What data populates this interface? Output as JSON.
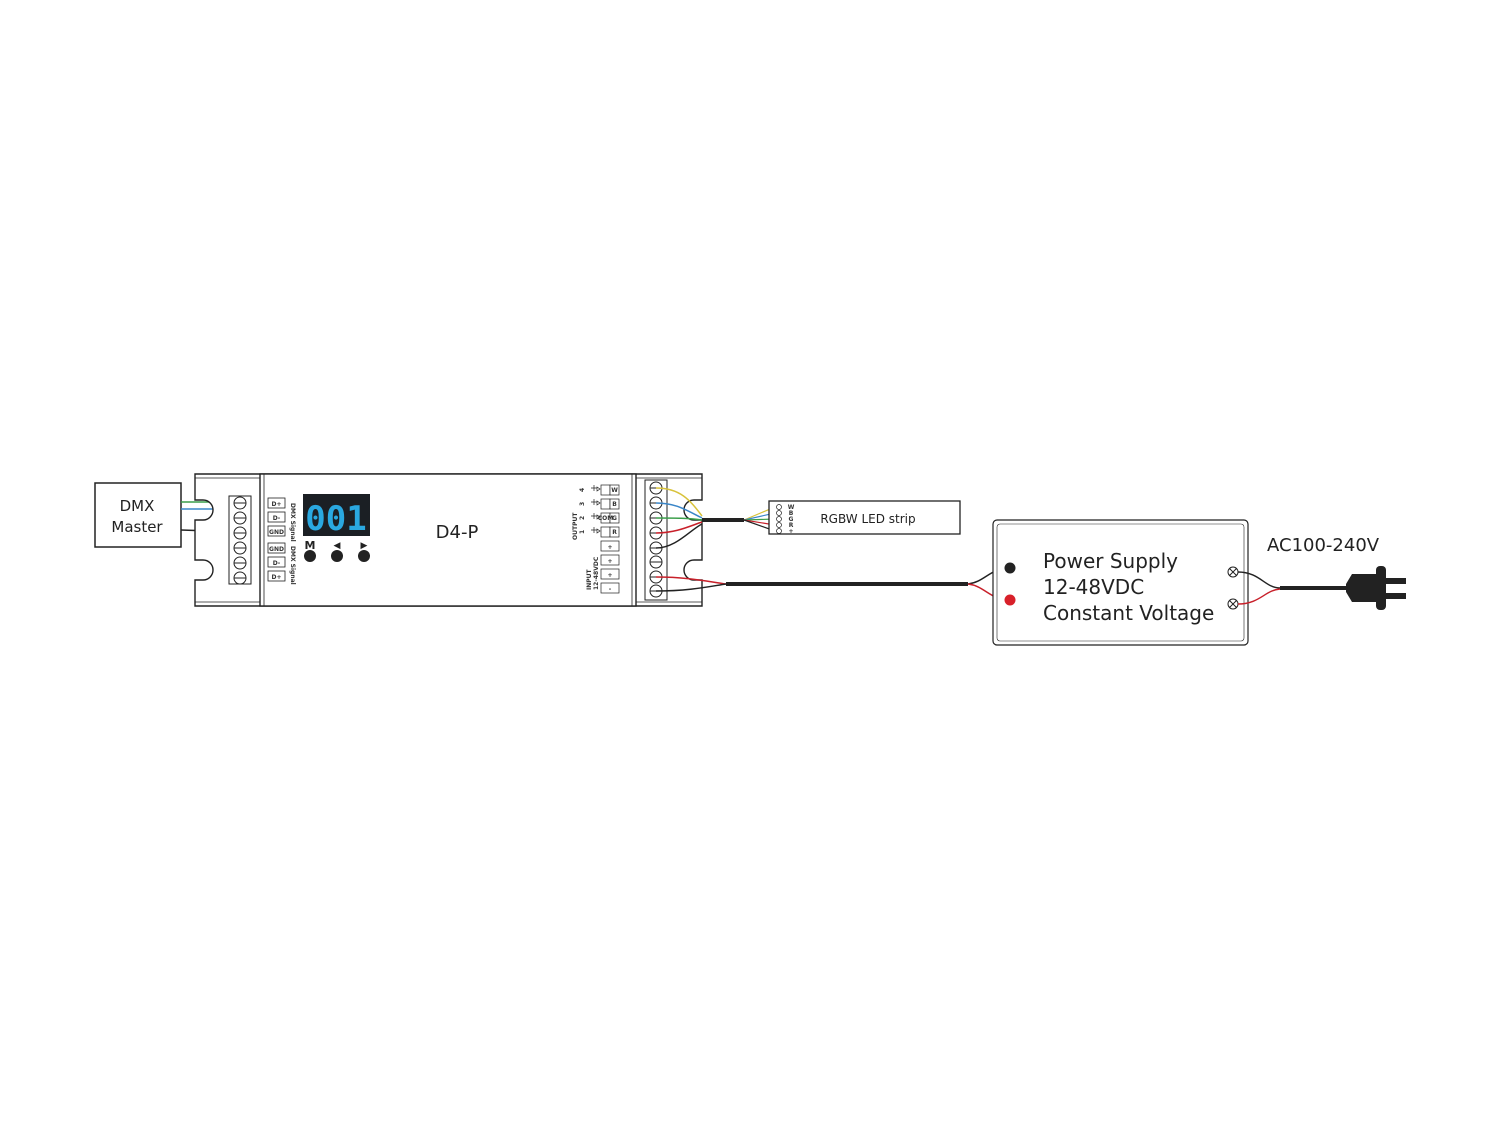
{
  "dmx_master": {
    "line1": "DMX",
    "line2": "Master"
  },
  "controller": {
    "model": "D4-P",
    "display": "001",
    "buttons": [
      "M",
      "◀",
      "▶"
    ],
    "dmx_terminals": [
      "D+",
      "D-",
      "GND",
      "GND",
      "D-",
      "D+"
    ],
    "dmx_in_label": "DMX Signal",
    "dmx_out_label": "DMX Signal",
    "output_label": "OUTPUT",
    "output_channels": [
      "4",
      "3",
      "2",
      "1"
    ],
    "output_terminals": [
      "W",
      "B",
      "G",
      "R"
    ],
    "output_common": "COM",
    "input_label": "INPUT",
    "input_voltage": "12-48VDC",
    "input_terminals": [
      "+",
      "+",
      "+",
      "-"
    ]
  },
  "led_strip": {
    "label": "RGBW LED strip",
    "pins": [
      "W",
      "B",
      "G",
      "R",
      "+"
    ]
  },
  "power_supply": {
    "line1": "Power Supply",
    "line2": "12-48VDC",
    "line3": "Constant Voltage"
  },
  "mains": {
    "label": "AC100-240V"
  },
  "colors": {
    "line": "#222222",
    "display_bg": "#1b1f24",
    "display_digits": "#2aa8e0",
    "wire_green": "#3a9e4a",
    "wire_blue": "#3a86c8",
    "wire_yellow": "#d8c23a",
    "wire_red": "#c8202a",
    "terminal_red": "#d8202a"
  }
}
